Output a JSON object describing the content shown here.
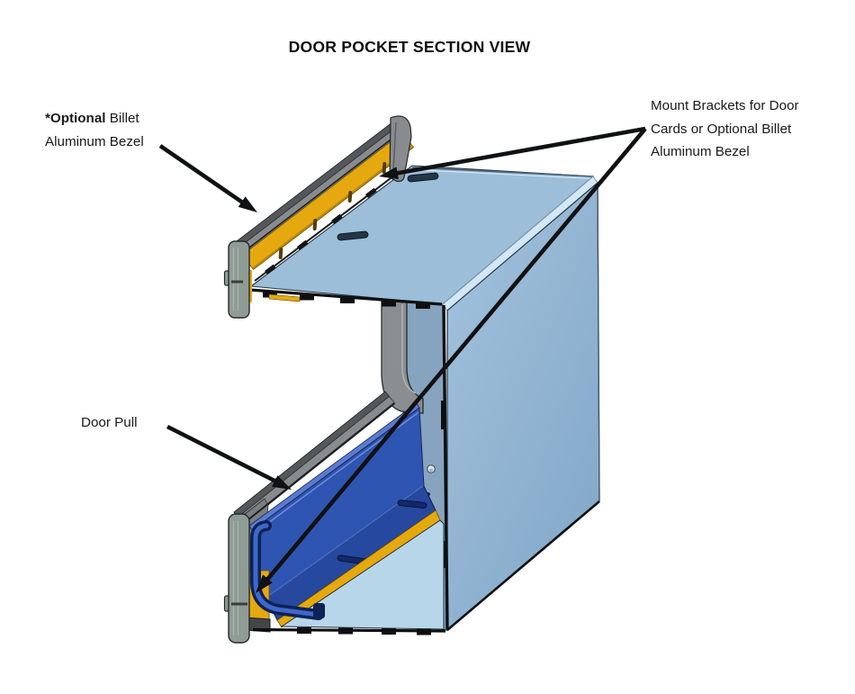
{
  "title": "DOOR POCKET SECTION VIEW",
  "labels": {
    "optional_bezel": {
      "bold": "*Optional",
      "rest": " Billet",
      "line2": "Aluminum Bezel"
    },
    "mount_brackets": {
      "line1": "Mount Brackets for Door",
      "line2": "Cards or Optional Billet",
      "line3": "Aluminum Bezel"
    },
    "door_pull": "Door Pull"
  },
  "colors": {
    "background": "#ffffff",
    "text": "#1a1a1a",
    "arrow": "#101112",
    "outline": "#1a1d20",
    "panel_top": "#9cbed9",
    "panel_side_light": "#a4c3de",
    "panel_side_dark": "#82a8c8",
    "panel_cut_light": "#b7d6e9",
    "panel_inner": "#86a4bf",
    "edge_highlight": "#d2e8f7",
    "bezel_yellow": "#e5a90f",
    "bezel_yellow_shade": "#b8860b",
    "pocket_blue": "#2f55b2",
    "pocket_blue_light": "#5b7bd0",
    "pocket_floor": "#26489e",
    "pocket_navy": "#0e2256",
    "rail_gray": "#888c8f",
    "rail_gray_dark": "#54585a",
    "channel_gray": "#8a8e91",
    "endcap_gray": "#8f9c95",
    "slot_dark": "#243647"
  }
}
